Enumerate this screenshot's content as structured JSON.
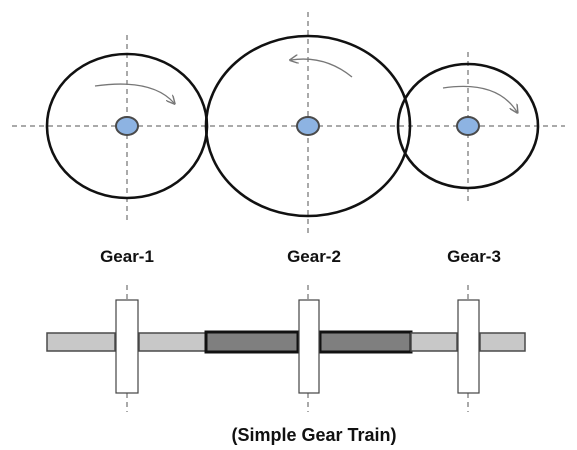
{
  "gears": [
    {
      "label": "Gear-1",
      "rotation": "clockwise"
    },
    {
      "label": "Gear-2",
      "rotation": "counter-clockwise"
    },
    {
      "label": "Gear-3",
      "rotation": "clockwise"
    }
  ],
  "caption": "(Simple Gear Train)",
  "colors": {
    "outline": "#111111",
    "hub_fill": "#8db3e2",
    "hub_stroke": "#4a4a4a",
    "centerline": "#555555",
    "rotation_arrow": "#777777",
    "thin_gear_fill": "#c8c8c8",
    "thick_gear_fill": "#7f7f7f",
    "shaft_fill": "#ffffff"
  }
}
